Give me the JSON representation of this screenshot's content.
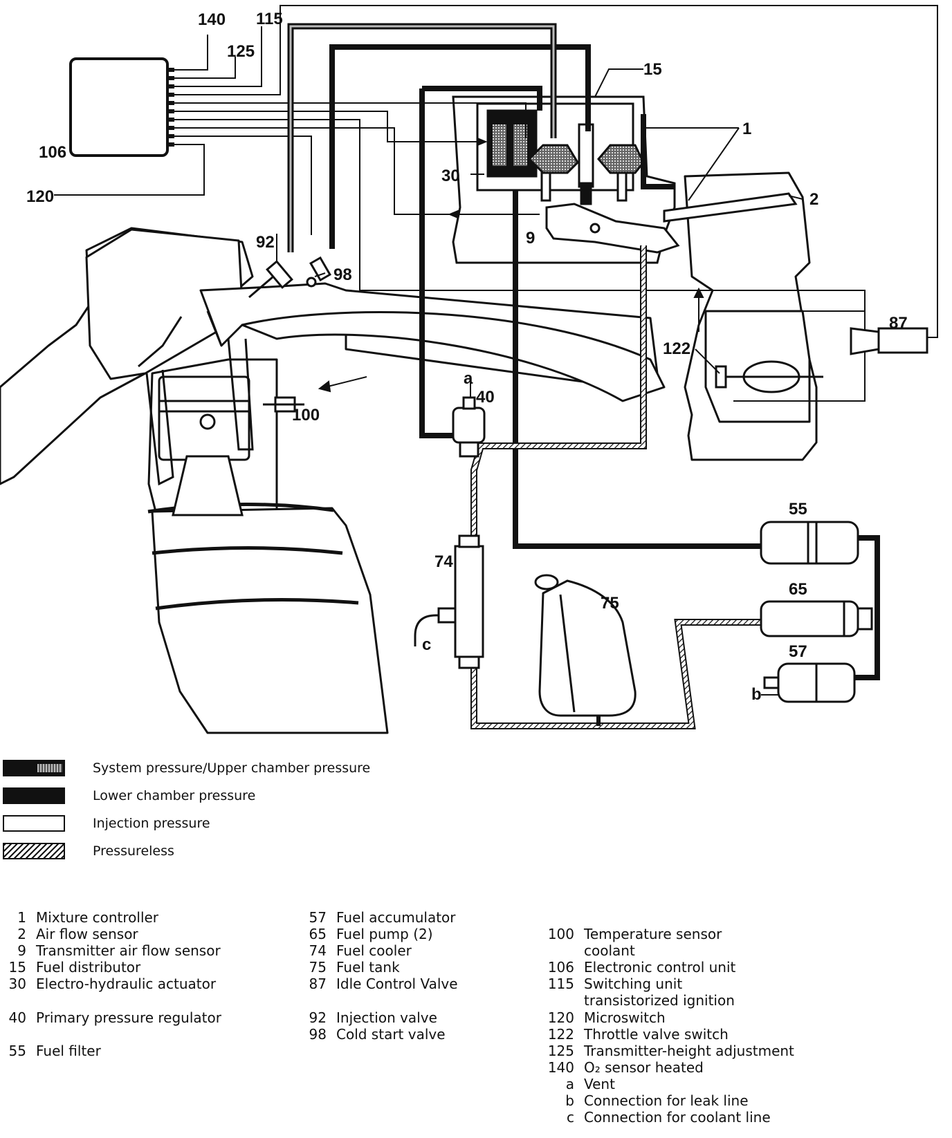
{
  "callouts": {
    "n140": "140",
    "n115": "115",
    "n125": "125",
    "n15": "15",
    "n1": "1",
    "n106": "106",
    "n30": "30",
    "n2": "2",
    "n120": "120",
    "n92": "92",
    "n9": "9",
    "n98": "98",
    "n87": "87",
    "n122": "122",
    "n100": "100",
    "na": "a",
    "n40": "40",
    "n55": "55",
    "n74": "74",
    "n75": "75",
    "n65": "65",
    "nc": "c",
    "n57": "57",
    "nb": "b"
  },
  "legend": [
    {
      "key": "system",
      "label": "System pressure/Upper chamber pressure"
    },
    {
      "key": "lower",
      "label": "Lower chamber pressure"
    },
    {
      "key": "injection",
      "label": "Injection pressure"
    },
    {
      "key": "pressureless",
      "label": "Pressureless"
    }
  ],
  "key_columns": [
    [
      {
        "num": "1",
        "text": "Mixture controller"
      },
      {
        "num": "2",
        "text": "Air flow sensor"
      },
      {
        "num": "9",
        "text": "Transmitter air flow sensor"
      },
      {
        "num": "15",
        "text": "Fuel distributor"
      },
      {
        "num": "30",
        "text": "Electro-hydraulic actuator"
      },
      {
        "num": "40",
        "text": "Primary pressure regulator"
      },
      {
        "num": "55",
        "text": "Fuel filter"
      }
    ],
    [
      {
        "num": "57",
        "text": "Fuel accumulator"
      },
      {
        "num": "65",
        "text": "Fuel pump (2)"
      },
      {
        "num": "74",
        "text": "Fuel cooler"
      },
      {
        "num": "75",
        "text": "Fuel tank"
      },
      {
        "num": "87",
        "text": "Idle Control Valve"
      },
      {
        "num": "92",
        "text": "Injection valve"
      },
      {
        "num": "98",
        "text": "Cold start valve"
      }
    ],
    [
      {
        "num": "100",
        "text": "Temperature sensor"
      },
      {
        "num": "",
        "text": "coolant"
      },
      {
        "num": "106",
        "text": "Electronic control unit"
      },
      {
        "num": "115",
        "text": "Switching unit"
      },
      {
        "num": "",
        "text": "transistorized ignition"
      },
      {
        "num": "120",
        "text": "Microswitch"
      },
      {
        "num": "122",
        "text": "Throttle valve switch"
      },
      {
        "num": "125",
        "text": "Transmitter-height adjustment"
      },
      {
        "num": "140",
        "text": "O₂ sensor heated"
      },
      {
        "num": "a",
        "text": "Vent"
      },
      {
        "num": "b",
        "text": "Connection for leak line"
      },
      {
        "num": "c",
        "text": "Connection for coolant line"
      }
    ]
  ]
}
